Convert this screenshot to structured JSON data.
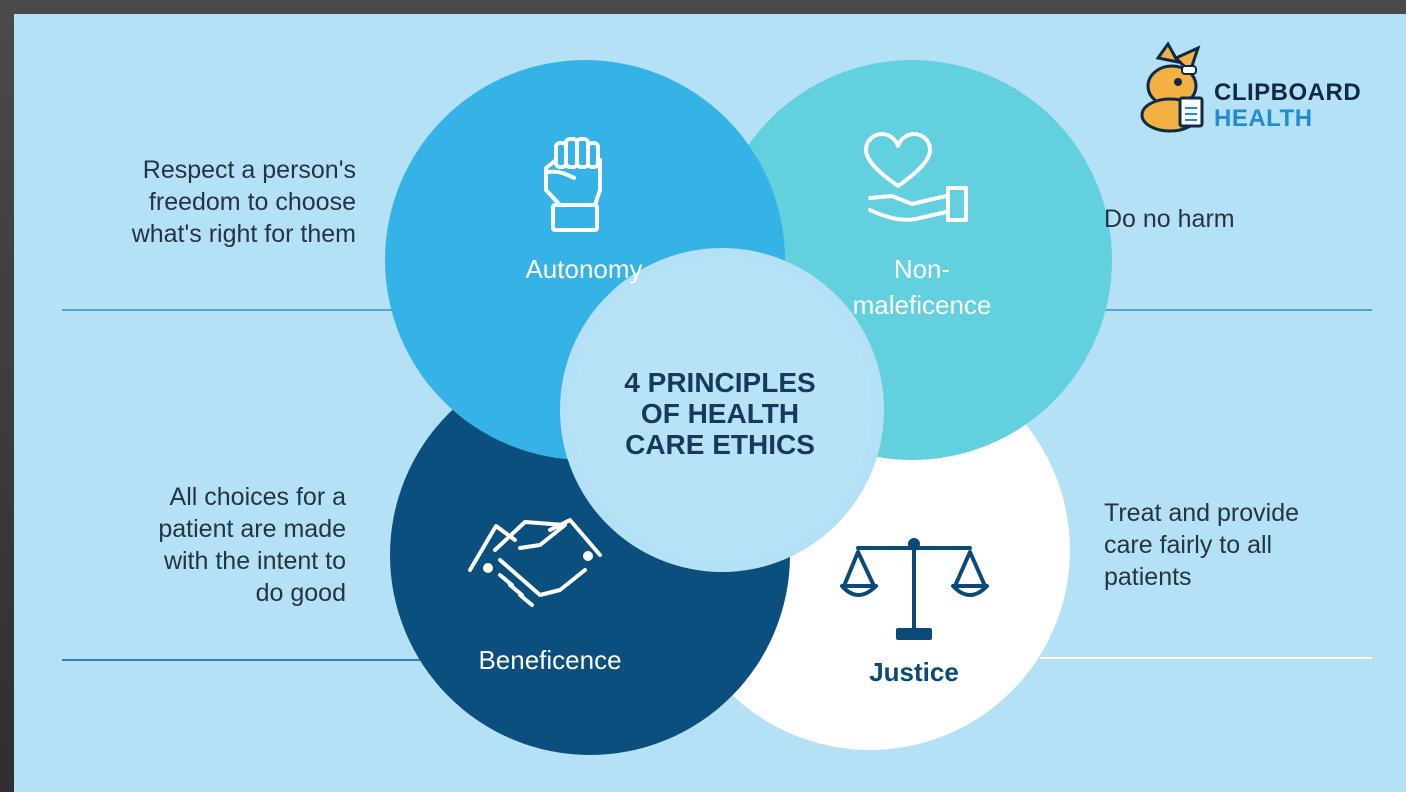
{
  "title": "4 PRINCIPLES OF HEALTH CARE ETHICS",
  "title_lines": [
    "4 PRINCIPLES",
    "OF HEALTH",
    "CARE ETHICS"
  ],
  "brand": {
    "line1": "CLIPBOARD",
    "line2": "HEALTH",
    "icon": "bunny-with-clipboard-logo"
  },
  "principles": [
    {
      "id": "autonomy",
      "label": "Autonomy",
      "description_lines": [
        "Respect a person's",
        "freedom to choose",
        "what's right for them"
      ],
      "icon": "raised-fist-icon",
      "color": "#35b3e6"
    },
    {
      "id": "nonmaleficence",
      "label_lines": [
        "Non-",
        "maleficence"
      ],
      "description_lines": [
        "Do no harm"
      ],
      "icon": "heart-in-hand-icon",
      "color": "#62d0de"
    },
    {
      "id": "beneficence",
      "label": "Beneficence",
      "description_lines": [
        "All choices for a",
        "patient are made",
        "with the intent to",
        "do good"
      ],
      "icon": "handshake-icon",
      "color": "#0a4f7d"
    },
    {
      "id": "justice",
      "label": "Justice",
      "description_lines": [
        "Treat and provide",
        "care fairly to all",
        "patients"
      ],
      "icon": "balance-scale-icon",
      "color": "#ffffff"
    }
  ],
  "colors": {
    "background": "#b5e1f6",
    "center": "#b5e1f6",
    "text": "#243446",
    "line": "#4aa6d8"
  }
}
